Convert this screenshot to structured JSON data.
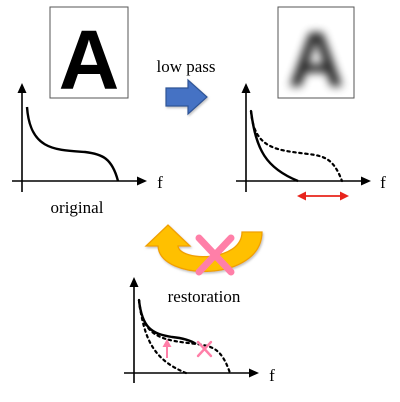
{
  "labels": {
    "original_glyph": "A",
    "blurred_glyph": "A",
    "low_pass": "low pass",
    "original": "original",
    "restoration": "restoration",
    "freq_axis": "f"
  },
  "colors": {
    "arrow_blue": "#4472c4",
    "curved_arrow_fill": "#ffc000",
    "curved_arrow_edge": "#f0a000",
    "cross": "#ff7fa8",
    "range_arrow": "#e8241c",
    "line": "#000000"
  },
  "icons": {
    "low_pass_arrow": "right-block-arrow-icon",
    "restoration_arrow": "curved-back-arrow-icon",
    "restoration_cross": "cross-mark-icon",
    "lost_band": "double-headed-arrow-icon",
    "recovery": "up-arrow-icon",
    "failed_recovery": "cross-mark-icon"
  }
}
